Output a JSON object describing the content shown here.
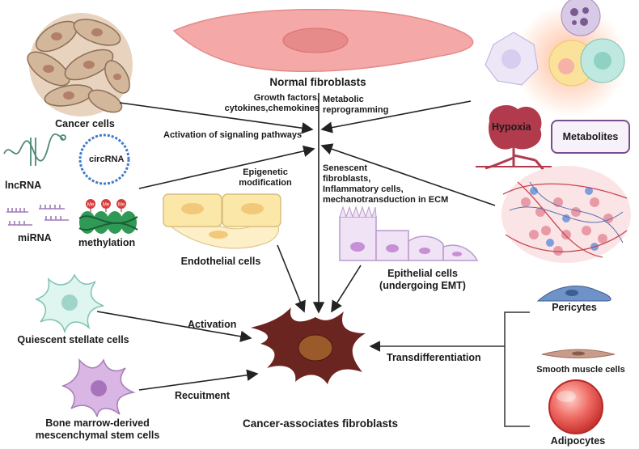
{
  "center": {
    "label": "Cancer-associates fibroblasts"
  },
  "top": {
    "label": "Normal fibroblasts"
  },
  "signals": {
    "growth": "Growth factors,\ncytokines,chemokines",
    "metabolic": "Metabolic\nreprogramming",
    "activation_pathways": "Activation of signaling pathways",
    "epigenetic": "Epigenetic\nmodification",
    "senescent": "Senescent\nfibroblasts,\nInflammatory cells,\nmechanotransduction in ECM"
  },
  "left": {
    "cancer_cells": "Cancer cells",
    "lncrna": "lncRNA",
    "circrna": "circRNA",
    "mirna": "miRNA",
    "methylation": "methylation",
    "me_tag": "Me",
    "quiescent": "Quiescent stellate cells",
    "bone_marrow": "Bone marrow-derived\nmescenchymal stem cells"
  },
  "middle": {
    "endothelial": "Endothelial cells",
    "epithelial": "Epithelial cells\n(undergoing EMT)",
    "activation": "Activation",
    "recruitment": "Recuitment"
  },
  "right": {
    "hypoxia": "Hypoxia",
    "metabolites": "Metabolites",
    "pericytes": "Pericytes",
    "smooth_muscle": "Smooth muscle cells",
    "adipocytes": "Adipocytes",
    "transdiff": "Transdifferentiation"
  },
  "colors": {
    "fibroblast": "#f4a9a8",
    "caf": "#6b2520",
    "stellate": "#dff5ef",
    "msc": "#d9b6e3",
    "pericyte": "#5b7fb5",
    "adipocyte": "#e04a4a",
    "hypoxia_tree": "#b13a4d"
  }
}
